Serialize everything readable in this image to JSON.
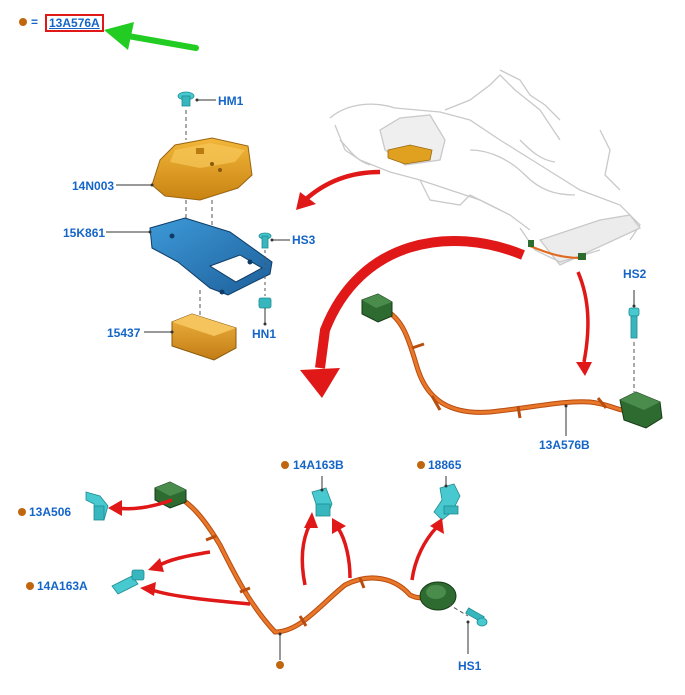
{
  "legend": {
    "equals": "=",
    "part": "13A576A"
  },
  "callouts": {
    "hm1": "HM1",
    "p14n003": "14N003",
    "p15k861": "15K861",
    "hs3": "HS3",
    "p15437": "15437",
    "hn1": "HN1",
    "hs2": "HS2",
    "p13a576b": "13A576B",
    "p14a163b": "14A163B",
    "p18865": "18865",
    "p13a506": "13A506",
    "p14a163a": "14A163A",
    "hs1": "HS1"
  },
  "colors": {
    "dot": "#c0660e",
    "label": "#1565c8",
    "highlight_box": "#e01818",
    "green_arrow": "#22cc22",
    "red_arrow": "#e01818",
    "cover": "#e0a020",
    "bracket": "#2a7fc0",
    "harness": "#e06a20",
    "connector": "#2e6b30",
    "fastener": "#3ac0c8"
  }
}
